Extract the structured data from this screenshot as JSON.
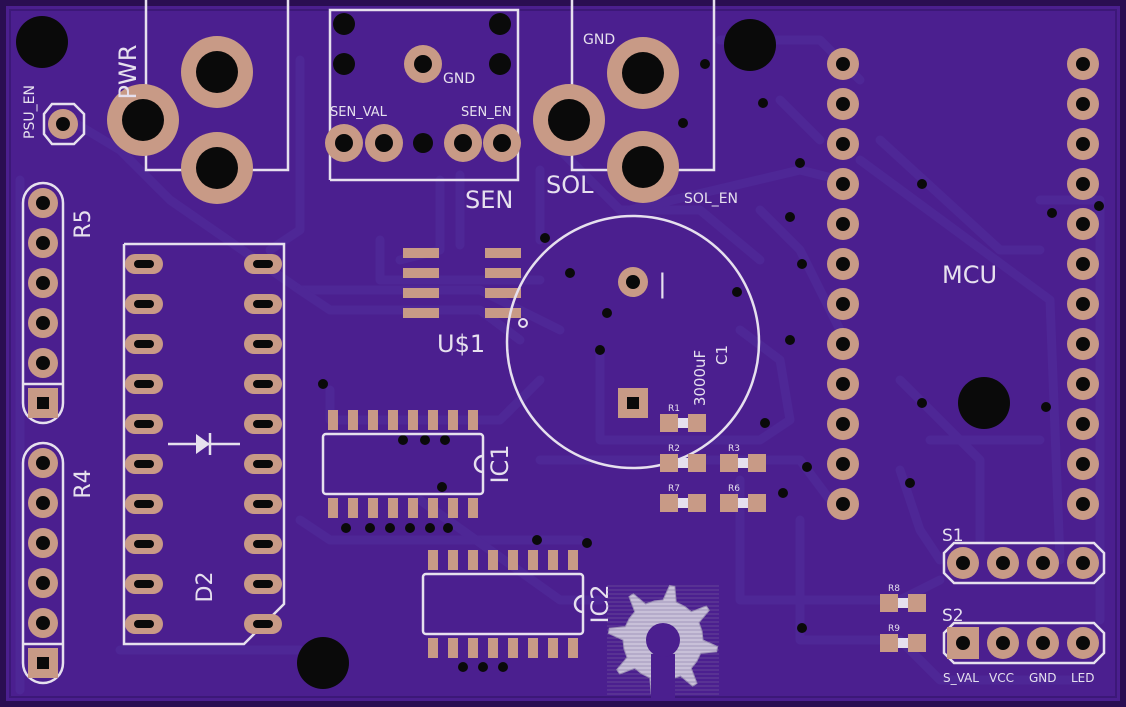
{
  "colors": {
    "board": "#4b1f8f",
    "board_edge": "#2a0e52",
    "trace": "#4e2796",
    "silkscreen": "#e6e0ee",
    "copper": "#c89a86",
    "hole": "#0a0a0a"
  },
  "labels": {
    "pwr": "PWR",
    "psu_en": "PSU_EN",
    "r5": "R5",
    "r4": "R4",
    "d2": "D2",
    "sen": "SEN",
    "sen_val": "SEN_VAL",
    "sen_en": "SEN_EN",
    "sen_gnd": "GND",
    "sol": "SOL",
    "sol_gnd": "GND",
    "sol_en": "SOL_EN",
    "us1": "U$1",
    "ic1": "IC1",
    "ic2": "IC2",
    "c1_name": "C1",
    "c1_value": "3000uF",
    "r1": "R1",
    "r2": "R2",
    "r3": "R3",
    "r6": "R6",
    "r7": "R7",
    "r8": "R8",
    "r9": "R9",
    "mcu": "MCU",
    "s1": "S1",
    "s2": "S2",
    "s_val": "S_VAL",
    "vcc": "VCC",
    "gnd": "GND",
    "led": "LED",
    "c1_pin": "|"
  },
  "icons": {
    "logo": "gear-icon",
    "diode": "diode-icon"
  }
}
